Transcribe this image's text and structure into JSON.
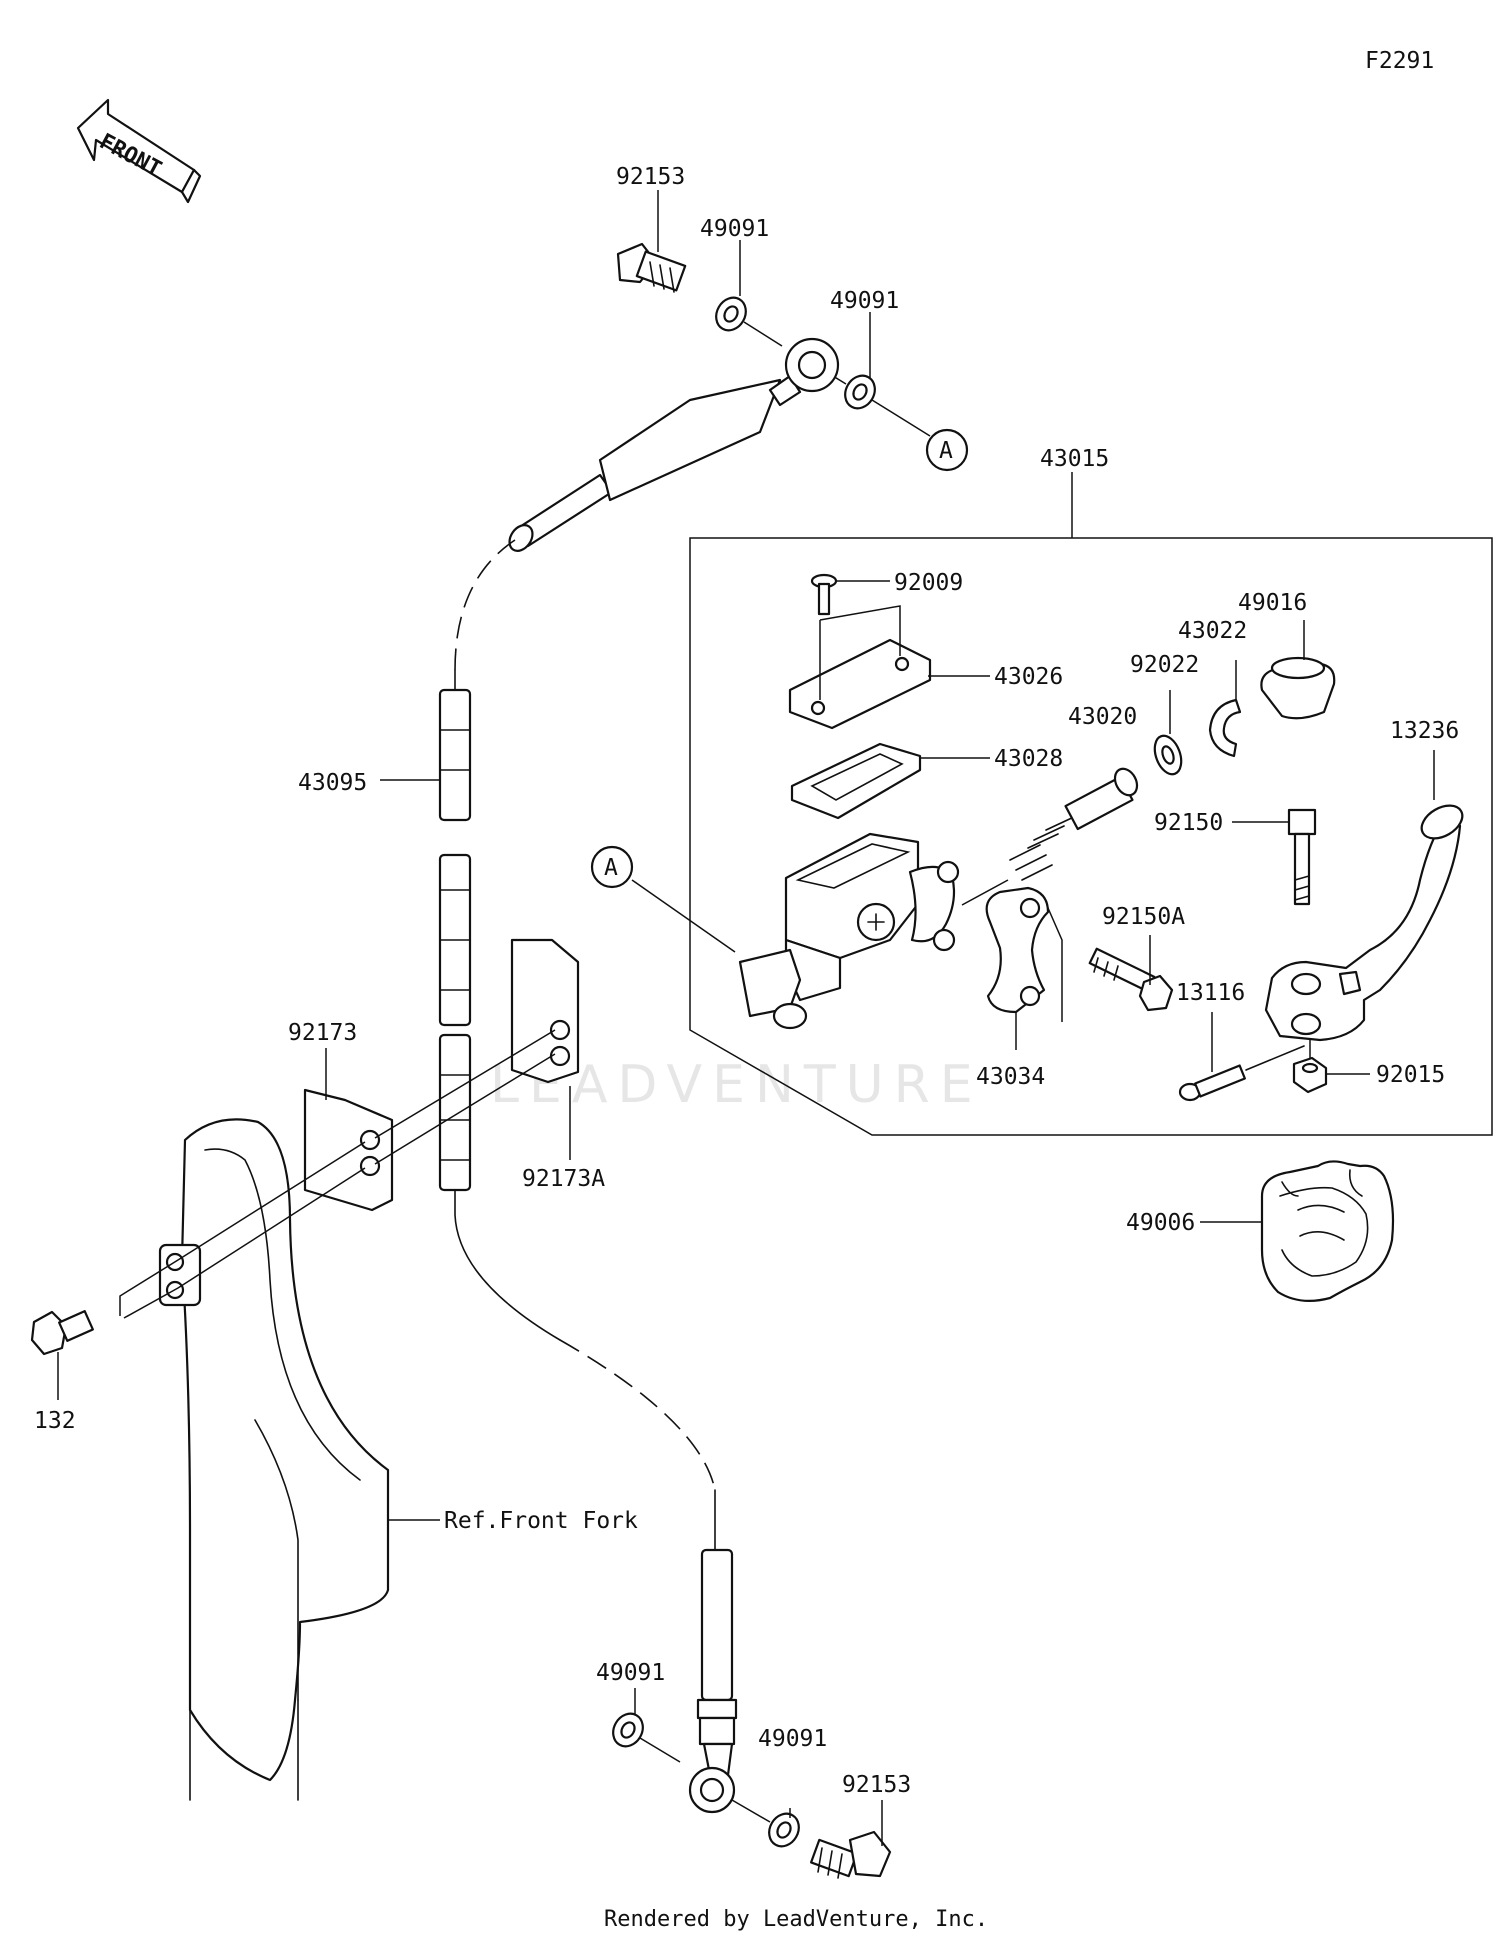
{
  "figure_code": "F2291",
  "front_arrow": {
    "label": "FRONT",
    "icon": "front-direction-arrow-icon"
  },
  "watermark": "LEADVENTURE",
  "footer": "Rendered by LeadVenture, Inc.",
  "reference_label": "Ref.Front Fork",
  "assembly": {
    "number": "43015"
  },
  "callout_marker": "A",
  "parts": {
    "p92153_top": "92153",
    "p49091_top1": "49091",
    "p49091_top2": "49091",
    "p43095": "43095",
    "p92173": "92173",
    "p92173A": "92173A",
    "p132": "132",
    "p49091_bottom1": "49091",
    "p49091_bottom2": "49091",
    "p92153_bottom": "92153",
    "p92009": "92009",
    "p43026": "43026",
    "p43028": "43028",
    "p43020": "43020",
    "p92022": "92022",
    "p43022": "43022",
    "p49016": "49016",
    "p13236": "13236",
    "p92150": "92150",
    "p92150A": "92150A",
    "p13116": "13116",
    "p92015": "92015",
    "p43034": "43034",
    "p49006": "49006"
  }
}
